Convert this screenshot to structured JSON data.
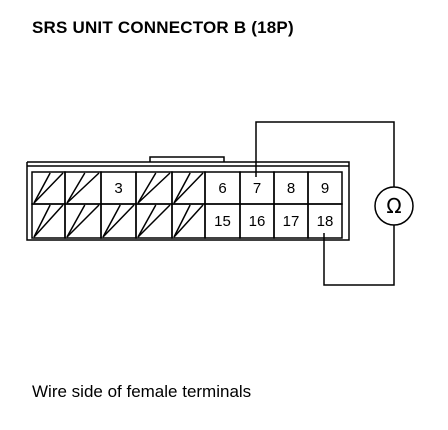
{
  "title": "SRS UNIT CONNECTOR B (18P)",
  "caption": "Wire side of female terminals",
  "connector": {
    "rows": [
      [
        {
          "label": "",
          "hatched": true
        },
        {
          "label": "",
          "hatched": true
        },
        {
          "label": "3",
          "hatched": false
        },
        {
          "label": "",
          "hatched": true
        },
        {
          "label": "",
          "hatched": true
        },
        {
          "label": "6",
          "hatched": false
        },
        {
          "label": "7",
          "hatched": false
        },
        {
          "label": "8",
          "hatched": false
        },
        {
          "label": "9",
          "hatched": false
        }
      ],
      [
        {
          "label": "",
          "hatched": true
        },
        {
          "label": "",
          "hatched": true
        },
        {
          "label": "",
          "hatched": true
        },
        {
          "label": "",
          "hatched": true
        },
        {
          "label": "",
          "hatched": true
        },
        {
          "label": "15",
          "hatched": false
        },
        {
          "label": "16",
          "hatched": false
        },
        {
          "label": "17",
          "hatched": false
        },
        {
          "label": "18",
          "hatched": false
        }
      ]
    ]
  },
  "meter": {
    "symbol": "Ω",
    "icon": "ohmmeter-icon",
    "probes": [
      "7",
      "18"
    ]
  }
}
